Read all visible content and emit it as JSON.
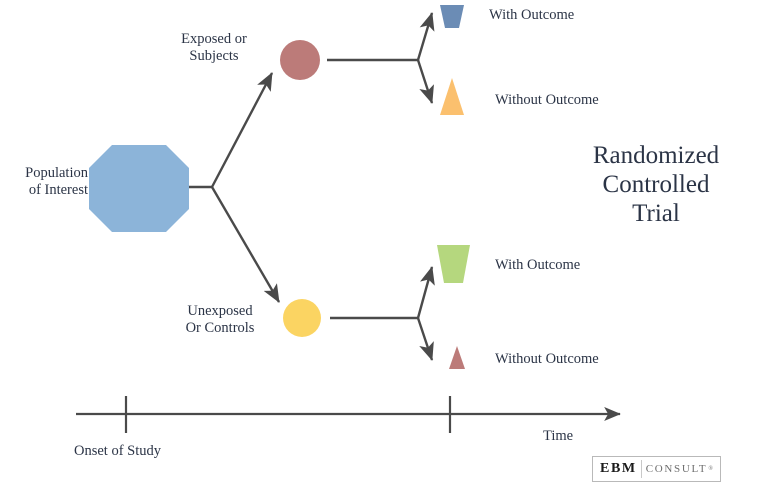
{
  "title": "Randomized\nControlled\nTrial",
  "colors": {
    "population_octagon": "#8cb4d9",
    "exposed_circle": "#bc7b79",
    "unexposed_circle": "#fbd462",
    "exposed_with_outcome": "#6b8cb5",
    "exposed_without_outcome": "#fbc06e",
    "unexposed_with_outcome": "#b5d77e",
    "unexposed_without_outcome": "#bc7b79",
    "line": "#4a4a4a",
    "text": "#2b3446",
    "background": "#ffffff"
  },
  "nodes": {
    "population": {
      "label": "Population\nof Interest",
      "shape": "octagon"
    },
    "exposed": {
      "label": "Exposed or\nSubjects",
      "shape": "circle"
    },
    "unexposed": {
      "label": "Unexposed\nOr Controls",
      "shape": "circle"
    }
  },
  "outcomes": {
    "exposed_with": {
      "label": "With Outcome",
      "shape": "inverted-trapezoid"
    },
    "exposed_without": {
      "label": "Without Outcome",
      "shape": "triangle"
    },
    "unexposed_with": {
      "label": "With Outcome",
      "shape": "inverted-trapezoid"
    },
    "unexposed_without": {
      "label": "Without Outcome",
      "shape": "triangle"
    }
  },
  "timeline": {
    "axis_label": "Time",
    "tick_label": "Onset of Study",
    "ticks": 2
  },
  "brand": {
    "primary": "EBM",
    "secondary": "CONSULT",
    "registered": "®"
  }
}
